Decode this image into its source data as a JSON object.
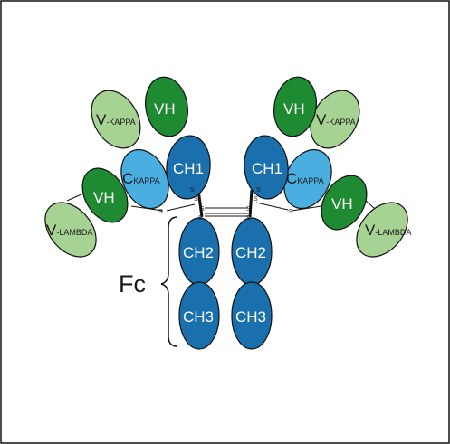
{
  "colors": {
    "vh": "#1e8a32",
    "ch_heavy": "#1a6fad",
    "ckappa": "#4aaee0",
    "vlight": "#a6d393",
    "stroke": "#111111",
    "frame": "#111111"
  },
  "labels": {
    "vh": "VH",
    "ch1": "CH1",
    "ch2": "CH2",
    "ch3": "CH3",
    "v_prefix": "V",
    "kappa_suffix": "-KAPPA",
    "lambda_suffix": "-LAMBDA",
    "c_prefix": "C",
    "kappa": "KAPPA",
    "disulfide": "S",
    "fc": "Fc"
  }
}
